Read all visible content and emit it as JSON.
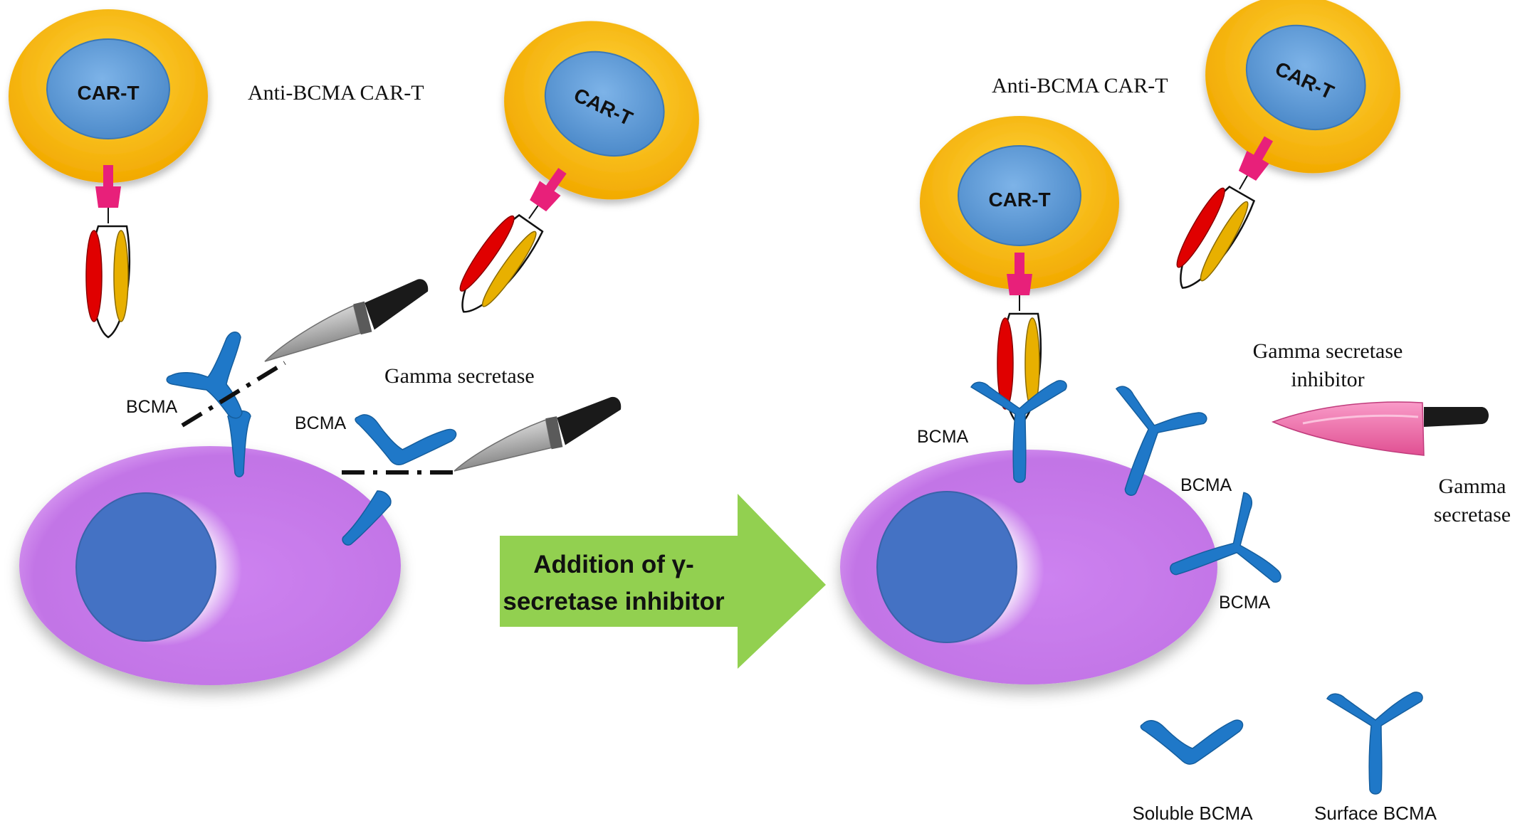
{
  "labels": {
    "car_t": "CAR-T",
    "anti_bcma_car_t": "Anti-BCMA CAR-T",
    "bcma": "BCMA",
    "gamma_secretase": "Gamma secretase",
    "gamma_secretase_wrapped": {
      "line1": "Gamma",
      "line2": "secretase"
    },
    "gamma_secretase_inhibitor": {
      "line1": "Gamma secretase",
      "line2": "inhibitor"
    },
    "arrow": {
      "line1": "Addition of γ-",
      "line2": "secretase inhibitor"
    },
    "legend_soluble": "Soluble BCMA",
    "legend_surface": "Surface BCMA"
  },
  "colors": {
    "car_t_ring": "#F5B400",
    "car_t_nucleus": "#5B9BD5",
    "hinge": "#E8207A",
    "scfv_heavy": "#E00000",
    "scfv_light": "#E8B000",
    "bcma": "#1F78C8",
    "plasma_cell": "#C879EA",
    "plasma_nucleus": "#4472C4",
    "arrow_fill": "#92D050",
    "knife_blade": "#AAAAAA",
    "inhibitor_blade": "#F06AA8"
  },
  "icons": [
    "knife-icon",
    "knife-icon",
    "inhibitor-knife-icon"
  ]
}
